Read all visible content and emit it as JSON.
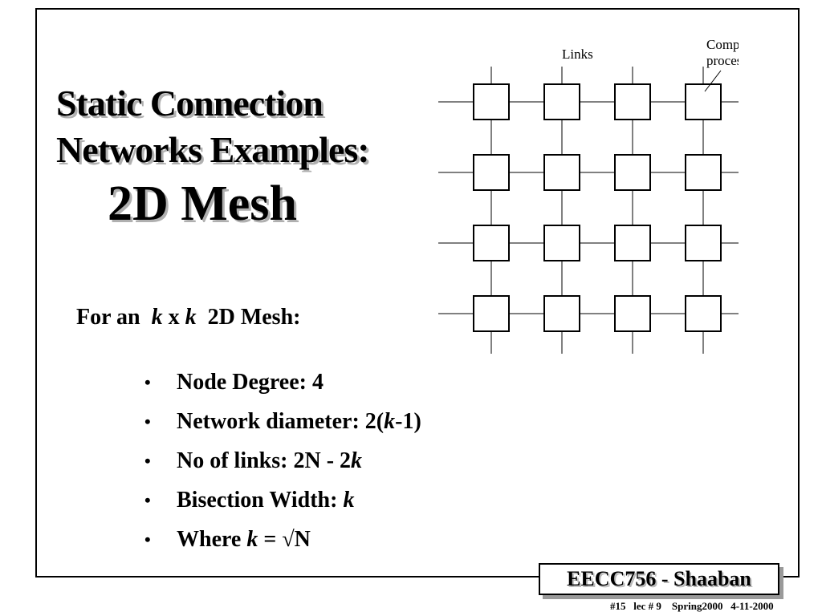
{
  "slide": {
    "title_lines": [
      "Static Connection",
      "Networks Examples:"
    ],
    "title_emphasis": "2D Mesh",
    "subheading": {
      "prefix": "For an",
      "k1": "k",
      "x": "x",
      "k2": "k",
      "suffix": "2D Mesh:"
    },
    "bullets": [
      {
        "parts": [
          {
            "t": "Node Degree: 4",
            "i": false
          }
        ]
      },
      {
        "parts": [
          {
            "t": "Network diameter:  2(",
            "i": false
          },
          {
            "t": "k",
            "i": true
          },
          {
            "t": "-1)",
            "i": false
          }
        ]
      },
      {
        "parts": [
          {
            "t": "No of links:  2N - 2",
            "i": false
          },
          {
            "t": "k",
            "i": true
          }
        ]
      },
      {
        "parts": [
          {
            "t": "Bisection Width: ",
            "i": false
          },
          {
            "t": "k",
            "i": true
          }
        ]
      },
      {
        "parts": [
          {
            "t": "Where   ",
            "i": false
          },
          {
            "t": "k",
            "i": true
          },
          {
            "t": " =  √N",
            "i": false
          }
        ]
      }
    ],
    "bullet_glyph": "•",
    "diagram": {
      "rows": 4,
      "cols": 4,
      "label_links": "Links",
      "label_processor_line1": "Computer/",
      "label_processor_line2": "processor"
    },
    "footer": {
      "course": "EECC756 - Shaaban",
      "note": "#15   lec # 9    Spring2000   4-11-2000"
    }
  }
}
